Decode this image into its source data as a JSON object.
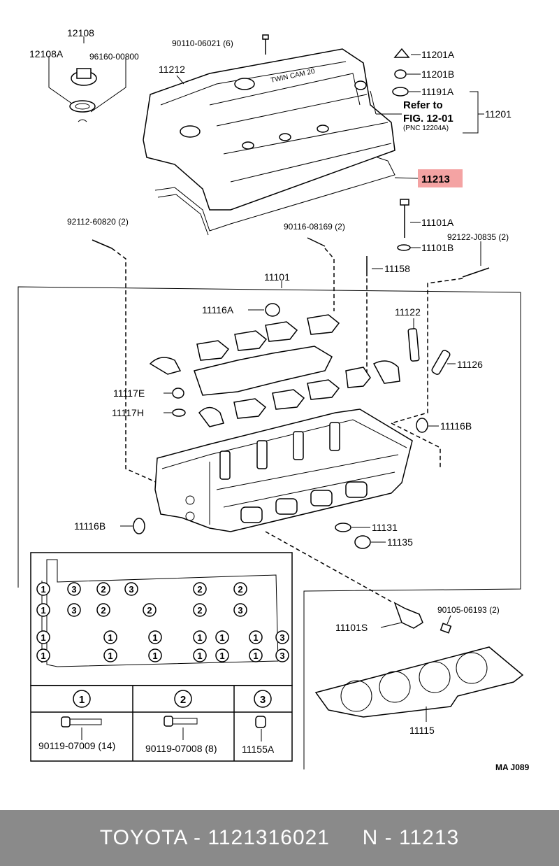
{
  "labels": {
    "p12108": "12108",
    "p12108A": "12108A",
    "p96160": "96160-00800",
    "p90110": "90110-06021 (6)",
    "p11212": "11212",
    "p11201A": "11201A",
    "p11201B": "11201B",
    "p11191A": "11191A",
    "refer_to": "Refer to",
    "fig": "FIG. 12-01",
    "pnc": "(PNC 12204A)",
    "p11201": "11201",
    "p11213": "11213",
    "cover_text": "TWIN CAM 20",
    "p92112": "92112-60820 (2)",
    "p90116": "90116-08169 (2)",
    "p11101A": "11101A",
    "p92122": "92122-J0835 (2)",
    "p11101B": "11101B",
    "p11158": "11158",
    "p11101": "11101",
    "p11116A": "11116A",
    "p11122": "11122",
    "p11126": "11126",
    "p11117E": "11117E",
    "p11117H": "11117H",
    "p11116B_r": "11116B",
    "p11116B_l": "11116B",
    "p11131": "11131",
    "p11135": "11135",
    "p90105": "90105-06193 (2)",
    "p11101S": "11101S",
    "p11115": "11115",
    "drawing_code": "MA J089"
  },
  "legend": {
    "col1": {
      "num": "1",
      "part": "90119-07009 (14)"
    },
    "col2": {
      "num": "2",
      "part": "90119-07008 (8)"
    },
    "col3": {
      "num": "3",
      "part": "11155A"
    }
  },
  "bolt_grid": {
    "row1": [
      "1",
      "3",
      "2",
      "3",
      "2",
      "2"
    ],
    "row2": [
      "1",
      "3",
      "2",
      "2",
      "2",
      "3"
    ],
    "row3": [
      "1",
      "1",
      "1",
      "1",
      "1",
      "1",
      "3"
    ],
    "row4": [
      "1",
      "1",
      "1",
      "1",
      "1",
      "1",
      "3"
    ]
  },
  "footer": {
    "text": "TOYOTA - 1121316021     N - 11213"
  },
  "colors": {
    "highlight": "#f4a3a3",
    "footer_bg": "#8a8a8a"
  }
}
